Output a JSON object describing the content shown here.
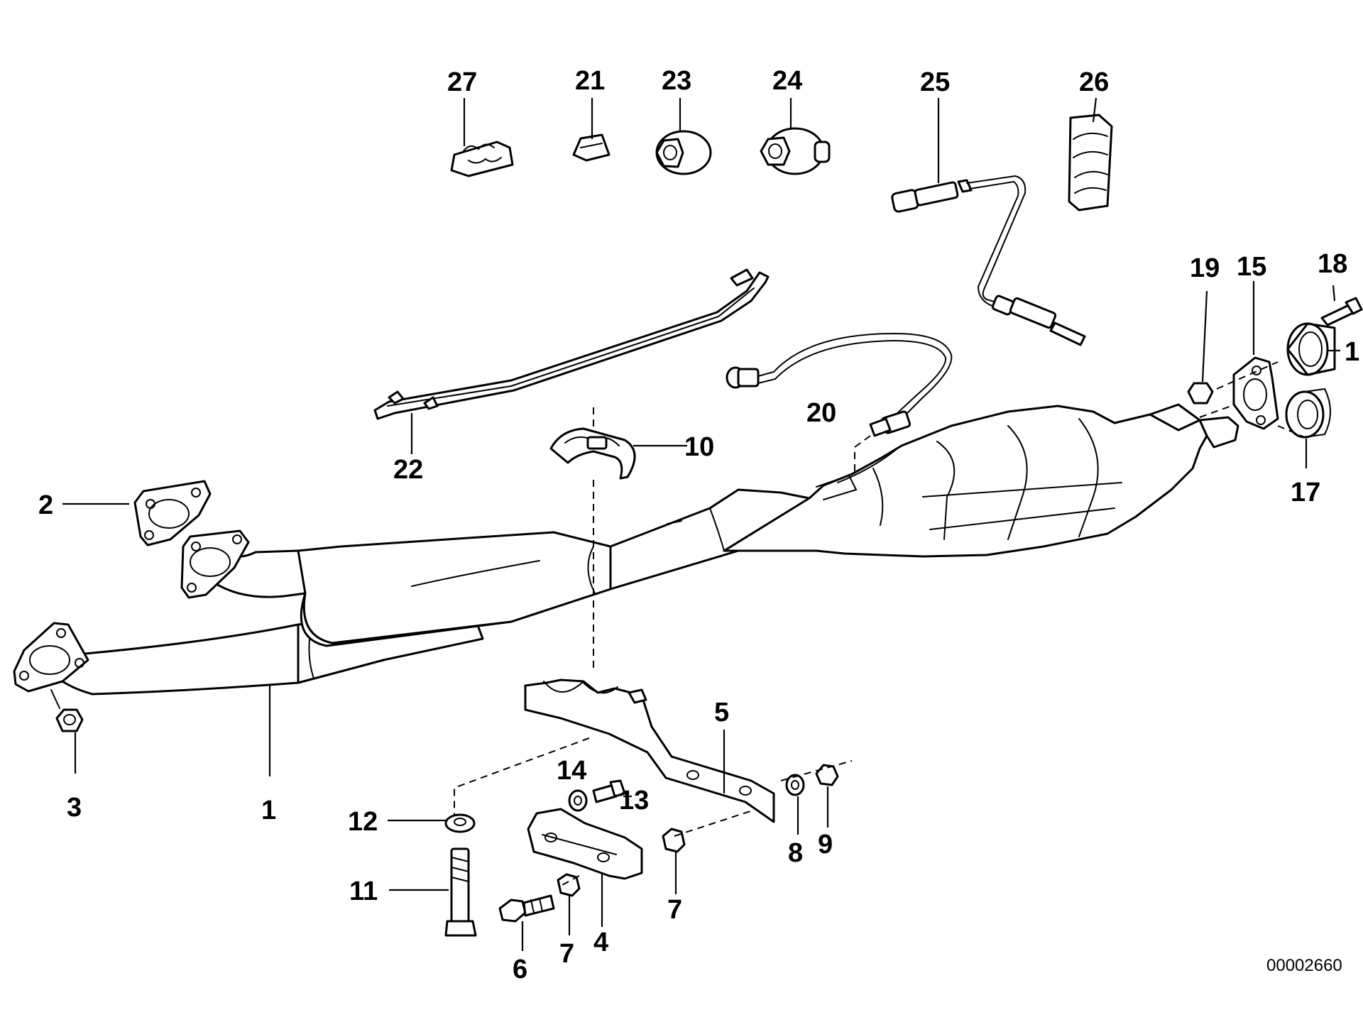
{
  "diagram_id": "00002660",
  "callouts": {
    "c1a": "1",
    "c1b": "1",
    "c2": "2",
    "c3": "3",
    "c4": "4",
    "c5": "5",
    "c6": "6",
    "c7a": "7",
    "c7b": "7",
    "c8": "8",
    "c9": "9",
    "c10": "10",
    "c11": "11",
    "c12": "12",
    "c13": "13",
    "c14": "14",
    "c15": "15",
    "c17": "17",
    "c18": "18",
    "c19": "19",
    "c20": "20",
    "c21": "21",
    "c22": "22",
    "c23": "23",
    "c24": "24",
    "c25": "25",
    "c26": "26",
    "c27": "27"
  }
}
